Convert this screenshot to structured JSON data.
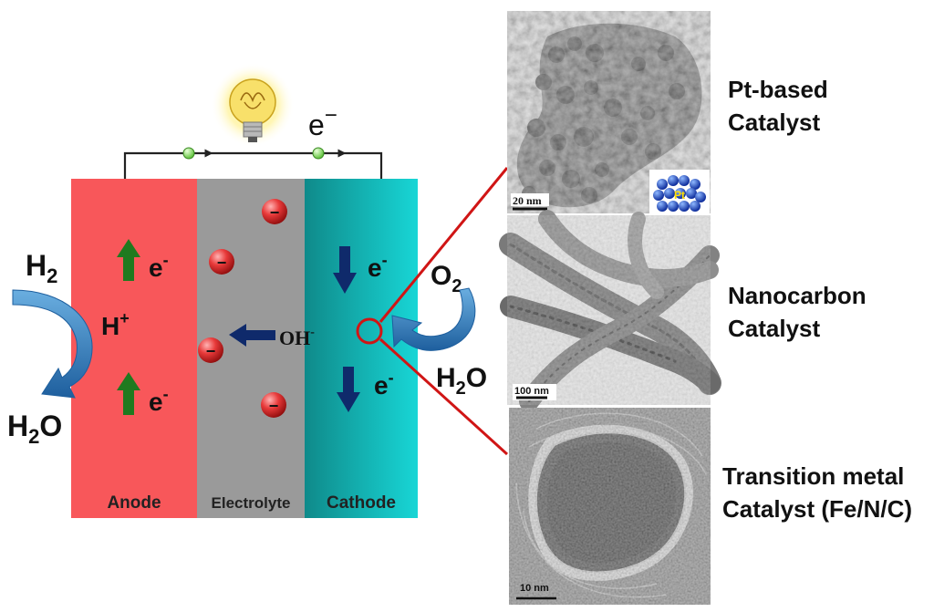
{
  "cell": {
    "anode_label": "Anode",
    "electrolyte_label": "Electrolyte",
    "cathode_label": "Cathode"
  },
  "anode_side": {
    "h2": "H",
    "h2_sub": "2",
    "h2o": "H",
    "h2o_sub": "2",
    "h2o_end": "O",
    "h_plus": "H",
    "h_plus_sup": "+",
    "e_top": "e",
    "e_top_sup": "-",
    "e_bottom": "e",
    "e_bottom_sup": "-"
  },
  "electrolyte": {
    "oh": "OH",
    "oh_sup": "-",
    "ion_sign": "−"
  },
  "cathode_side": {
    "o2": "O",
    "o2_sub": "2",
    "h2o": "H",
    "h2o_sub": "2",
    "h2o_end": "O",
    "e_top": "e",
    "e_top_sup": "-",
    "e_bottom": "e",
    "e_bottom_sup": "-"
  },
  "circuit": {
    "electron": "e",
    "electron_sup": "−"
  },
  "micrographs": {
    "pt_scale": "20 nm",
    "pt_badge": "Pt",
    "nano_scale": "100 nm",
    "tm_scale": "10 nm"
  },
  "catalysts": {
    "pt_line1": "Pt-based",
    "pt_line2": "Catalyst",
    "nano_line1": "Nanocarbon",
    "nano_line2": "Catalyst",
    "tm_line1": "Transition metal",
    "tm_line2": "Catalyst (Fe/N/C)"
  },
  "colors": {
    "anode": "#f8575a",
    "electrolyte": "#9a9a9a",
    "cathode_start": "#0f8a8a",
    "cathode_end": "#18d6d6",
    "arrow_green": "#1f7a1f",
    "arrow_navy": "#0f2a6b",
    "curve_arrow": "#2f78b8",
    "connector_red": "#d01515"
  },
  "icons": [
    "light-bulb-icon",
    "curved-arrow-icon",
    "electron-node-icon",
    "anion-ball-icon",
    "pt-cluster-icon"
  ]
}
